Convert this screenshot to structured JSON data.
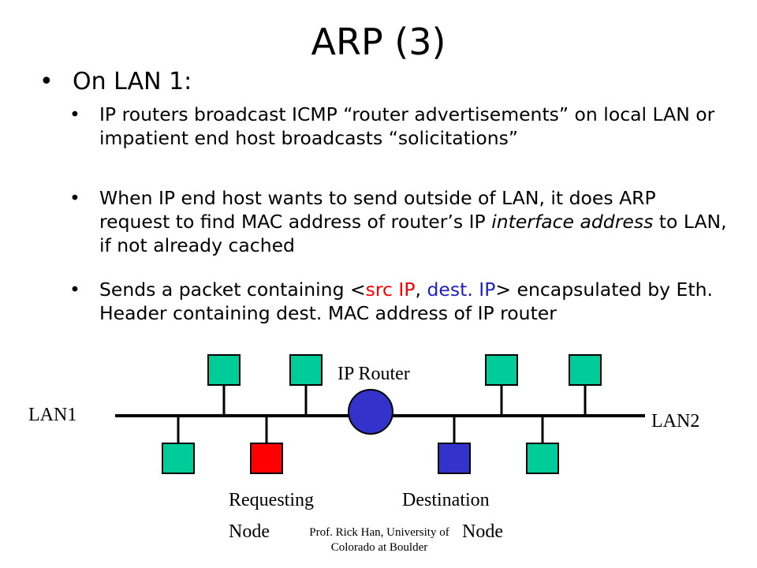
{
  "slide": {
    "title": "ARP (3)",
    "bullet": "On LAN 1:",
    "sub_bullets": [
      {
        "text": "IP routers broadcast ICMP “router advertisements” on local LAN or impatient end host broadcasts “solicitations”"
      },
      {
        "part1": "When IP end host wants to send outside of LAN, it does ARP request to find MAC address of router’s IP ",
        "italic": "interface address",
        "part2": " to LAN, if not already cached"
      },
      {
        "part1": "Sends a packet containing <",
        "src": "src IP",
        "sep": ", ",
        "dest": "dest. IP",
        "part2": "> encapsulated by Eth. Header containing dest. MAC address of IP router"
      }
    ]
  },
  "diagram": {
    "router_label": "IP Router",
    "lan1_label": "LAN1",
    "lan2_label": "LAN2",
    "requesting_line1": "Requesting",
    "requesting_line2": "Node",
    "destination_line1": "Destination",
    "destination_line2": "Node",
    "colors": {
      "host": "#00cc99",
      "requesting": "#ff0000",
      "destination": "#3333cc",
      "router": "#3333cc"
    }
  },
  "footer": {
    "line1": "Prof. Rick Han, University of",
    "line2": "Colorado at Boulder"
  }
}
